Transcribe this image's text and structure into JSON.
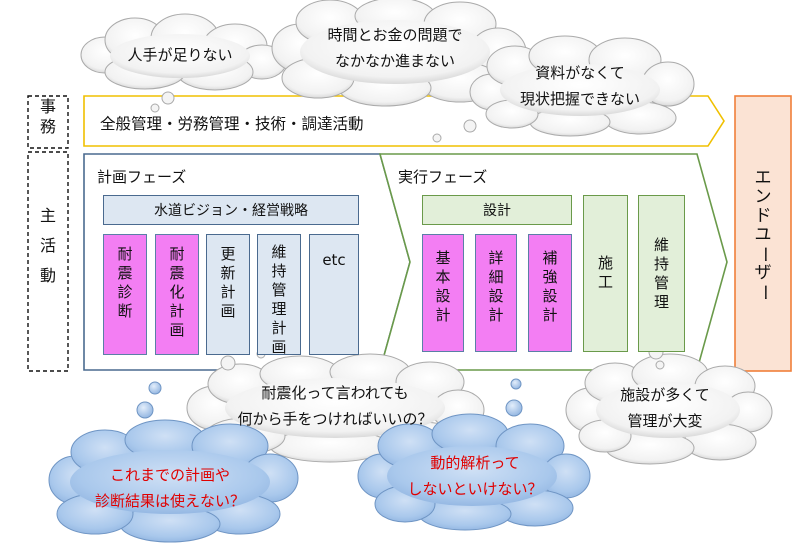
{
  "side_labels": {
    "jimu": [
      "事",
      "務"
    ],
    "shukatsudo": [
      "主",
      "活",
      "動"
    ]
  },
  "admin_bar": {
    "label": "全般管理・労務管理・技術・調達活動"
  },
  "end_user": {
    "chars": [
      "エ",
      "ン",
      "ド",
      "ユ",
      "ー",
      "ザ",
      "ー"
    ]
  },
  "planning": {
    "title": "計画フェーズ",
    "strategy_label": "水道ビジョン・経営戦略",
    "items": [
      {
        "chars": [
          "耐",
          "震",
          "診",
          "断"
        ],
        "kind": "magenta"
      },
      {
        "chars": [
          "耐",
          "震",
          "化",
          "計",
          "画"
        ],
        "kind": "magenta"
      },
      {
        "chars": [
          "更",
          "新",
          "計",
          "画"
        ],
        "kind": "blue"
      },
      {
        "chars": [
          "維",
          "持",
          "管",
          "理",
          "計",
          "画"
        ],
        "kind": "blue"
      }
    ],
    "etc_label": "etc"
  },
  "execution": {
    "title": "実行フェーズ",
    "design_label": "設計",
    "design_items": [
      {
        "chars": [
          "基",
          "本",
          "設",
          "計"
        ]
      },
      {
        "chars": [
          "詳",
          "細",
          "設",
          "計"
        ]
      },
      {
        "chars": [
          "補",
          "強",
          "設",
          "計"
        ]
      }
    ],
    "construction": {
      "chars": [
        "施",
        "工"
      ]
    },
    "maintenance": {
      "chars": [
        "維",
        "持",
        "管",
        "理"
      ]
    }
  },
  "clouds": {
    "staff": {
      "lines": [
        "人手が足りない"
      ]
    },
    "time_money": {
      "lines": [
        "時間とお金の問題で",
        "なかなか進まない"
      ]
    },
    "documents": {
      "lines": [
        "資料がなくて",
        "現状把握できない"
      ]
    },
    "seismic_what": {
      "lines": [
        "耐震化って言われても",
        "何から手をつければいいの？"
      ]
    },
    "facilities": {
      "lines": [
        "施設が多くて",
        "管理が大変"
      ]
    },
    "past_plans": {
      "lines": [
        "これまでの計画や",
        "診断結果は使えない？"
      ]
    },
    "dynamic": {
      "lines": [
        "動的解析って",
        "しないといけない？"
      ]
    }
  },
  "colors": {
    "admin_border": "#f0c000",
    "planning_border": "#4a6a8f",
    "execution_border": "#6a9a4a",
    "magenta_fill": "#f37ef3",
    "light_blue_fill": "#dde7f2",
    "light_green_fill": "#e2efd9",
    "end_user_fill": "#fbe3d4",
    "end_user_border": "#f07f3a",
    "cloud_blue_fill": "#a9c8ec",
    "question_red": "#e00000"
  }
}
